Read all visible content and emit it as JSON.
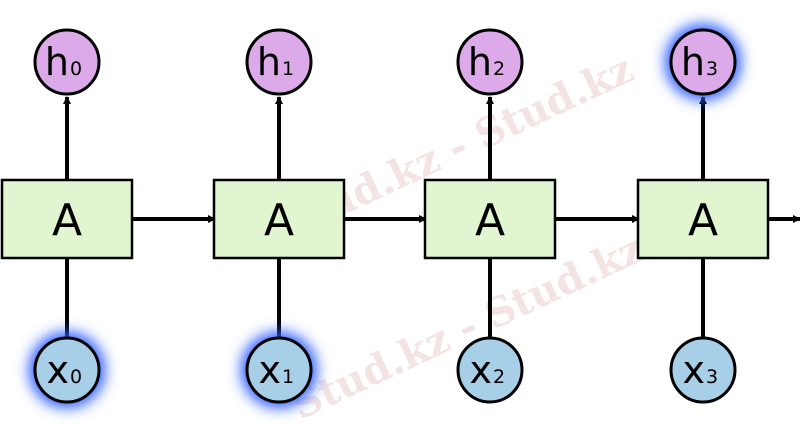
{
  "diagram": {
    "cell_label": "A",
    "steps": [
      {
        "input": "x",
        "input_sub": "0",
        "output": "h",
        "output_sub": "0",
        "input_highlighted": true,
        "output_highlighted": false
      },
      {
        "input": "x",
        "input_sub": "1",
        "output": "h",
        "output_sub": "1",
        "input_highlighted": true,
        "output_highlighted": false
      },
      {
        "input": "x",
        "input_sub": "2",
        "output": "h",
        "output_sub": "2",
        "input_highlighted": false,
        "output_highlighted": false
      },
      {
        "input": "x",
        "input_sub": "3",
        "output": "h",
        "output_sub": "3",
        "input_highlighted": false,
        "output_highlighted": true
      }
    ],
    "colors": {
      "cell_fill": "#e1f5d1",
      "input_fill": "#a8cfe8",
      "output_fill": "#dcaae8",
      "glow": "#2a5cff"
    }
  },
  "watermark": "Stud.kz - Stud.kz"
}
